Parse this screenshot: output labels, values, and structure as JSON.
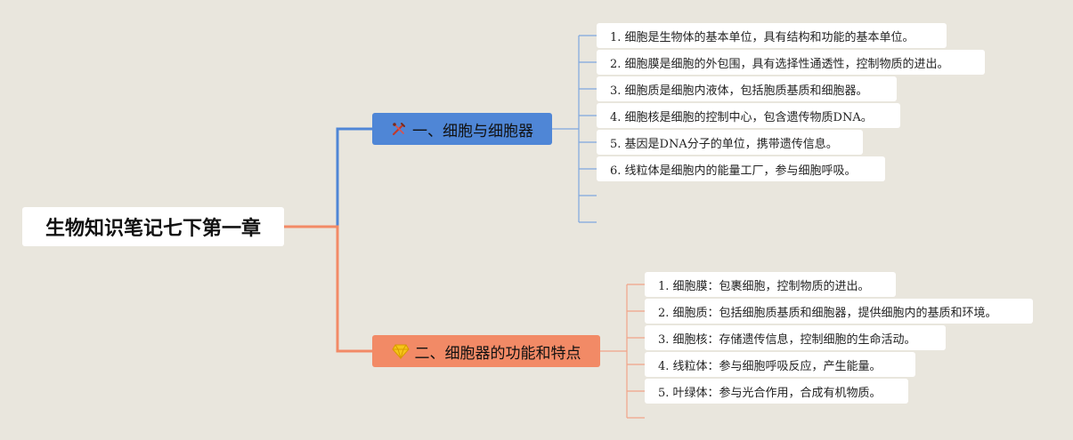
{
  "root": {
    "title": "生物知识笔记七下第一章"
  },
  "branches": [
    {
      "label": "一、细胞与细胞器",
      "icon": "tools-icon",
      "color": "#4f86d6",
      "items": [
        "1. 细胞是生物体的基本单位，具有结构和功能的基本单位。",
        "2. 细胞膜是细胞的外包围，具有选择性通透性，控制物质的进出。",
        "3. 细胞质是细胞内液体，包括胞质基质和细胞器。",
        "4. 细胞核是细胞的控制中心，包含遗传物质DNA。",
        "5. 基因是DNA分子的单位，携带遗传信息。",
        "6. 线粒体是细胞内的能量工厂，参与细胞呼吸。"
      ]
    },
    {
      "label": "二、细胞器的功能和特点",
      "icon": "diamond-icon",
      "color": "#f28a66",
      "items": [
        "1. 细胞膜：包裹细胞，控制物质的进出。",
        "2. 细胞质：包括细胞质基质和细胞器，提供细胞内的基质和环境。",
        "3. 细胞核：存储遗传信息，控制细胞的生命活动。",
        "4. 线粒体：参与细胞呼吸反应，产生能量。",
        "5. 叶绿体：参与光合作用，合成有机物质。"
      ]
    }
  ]
}
